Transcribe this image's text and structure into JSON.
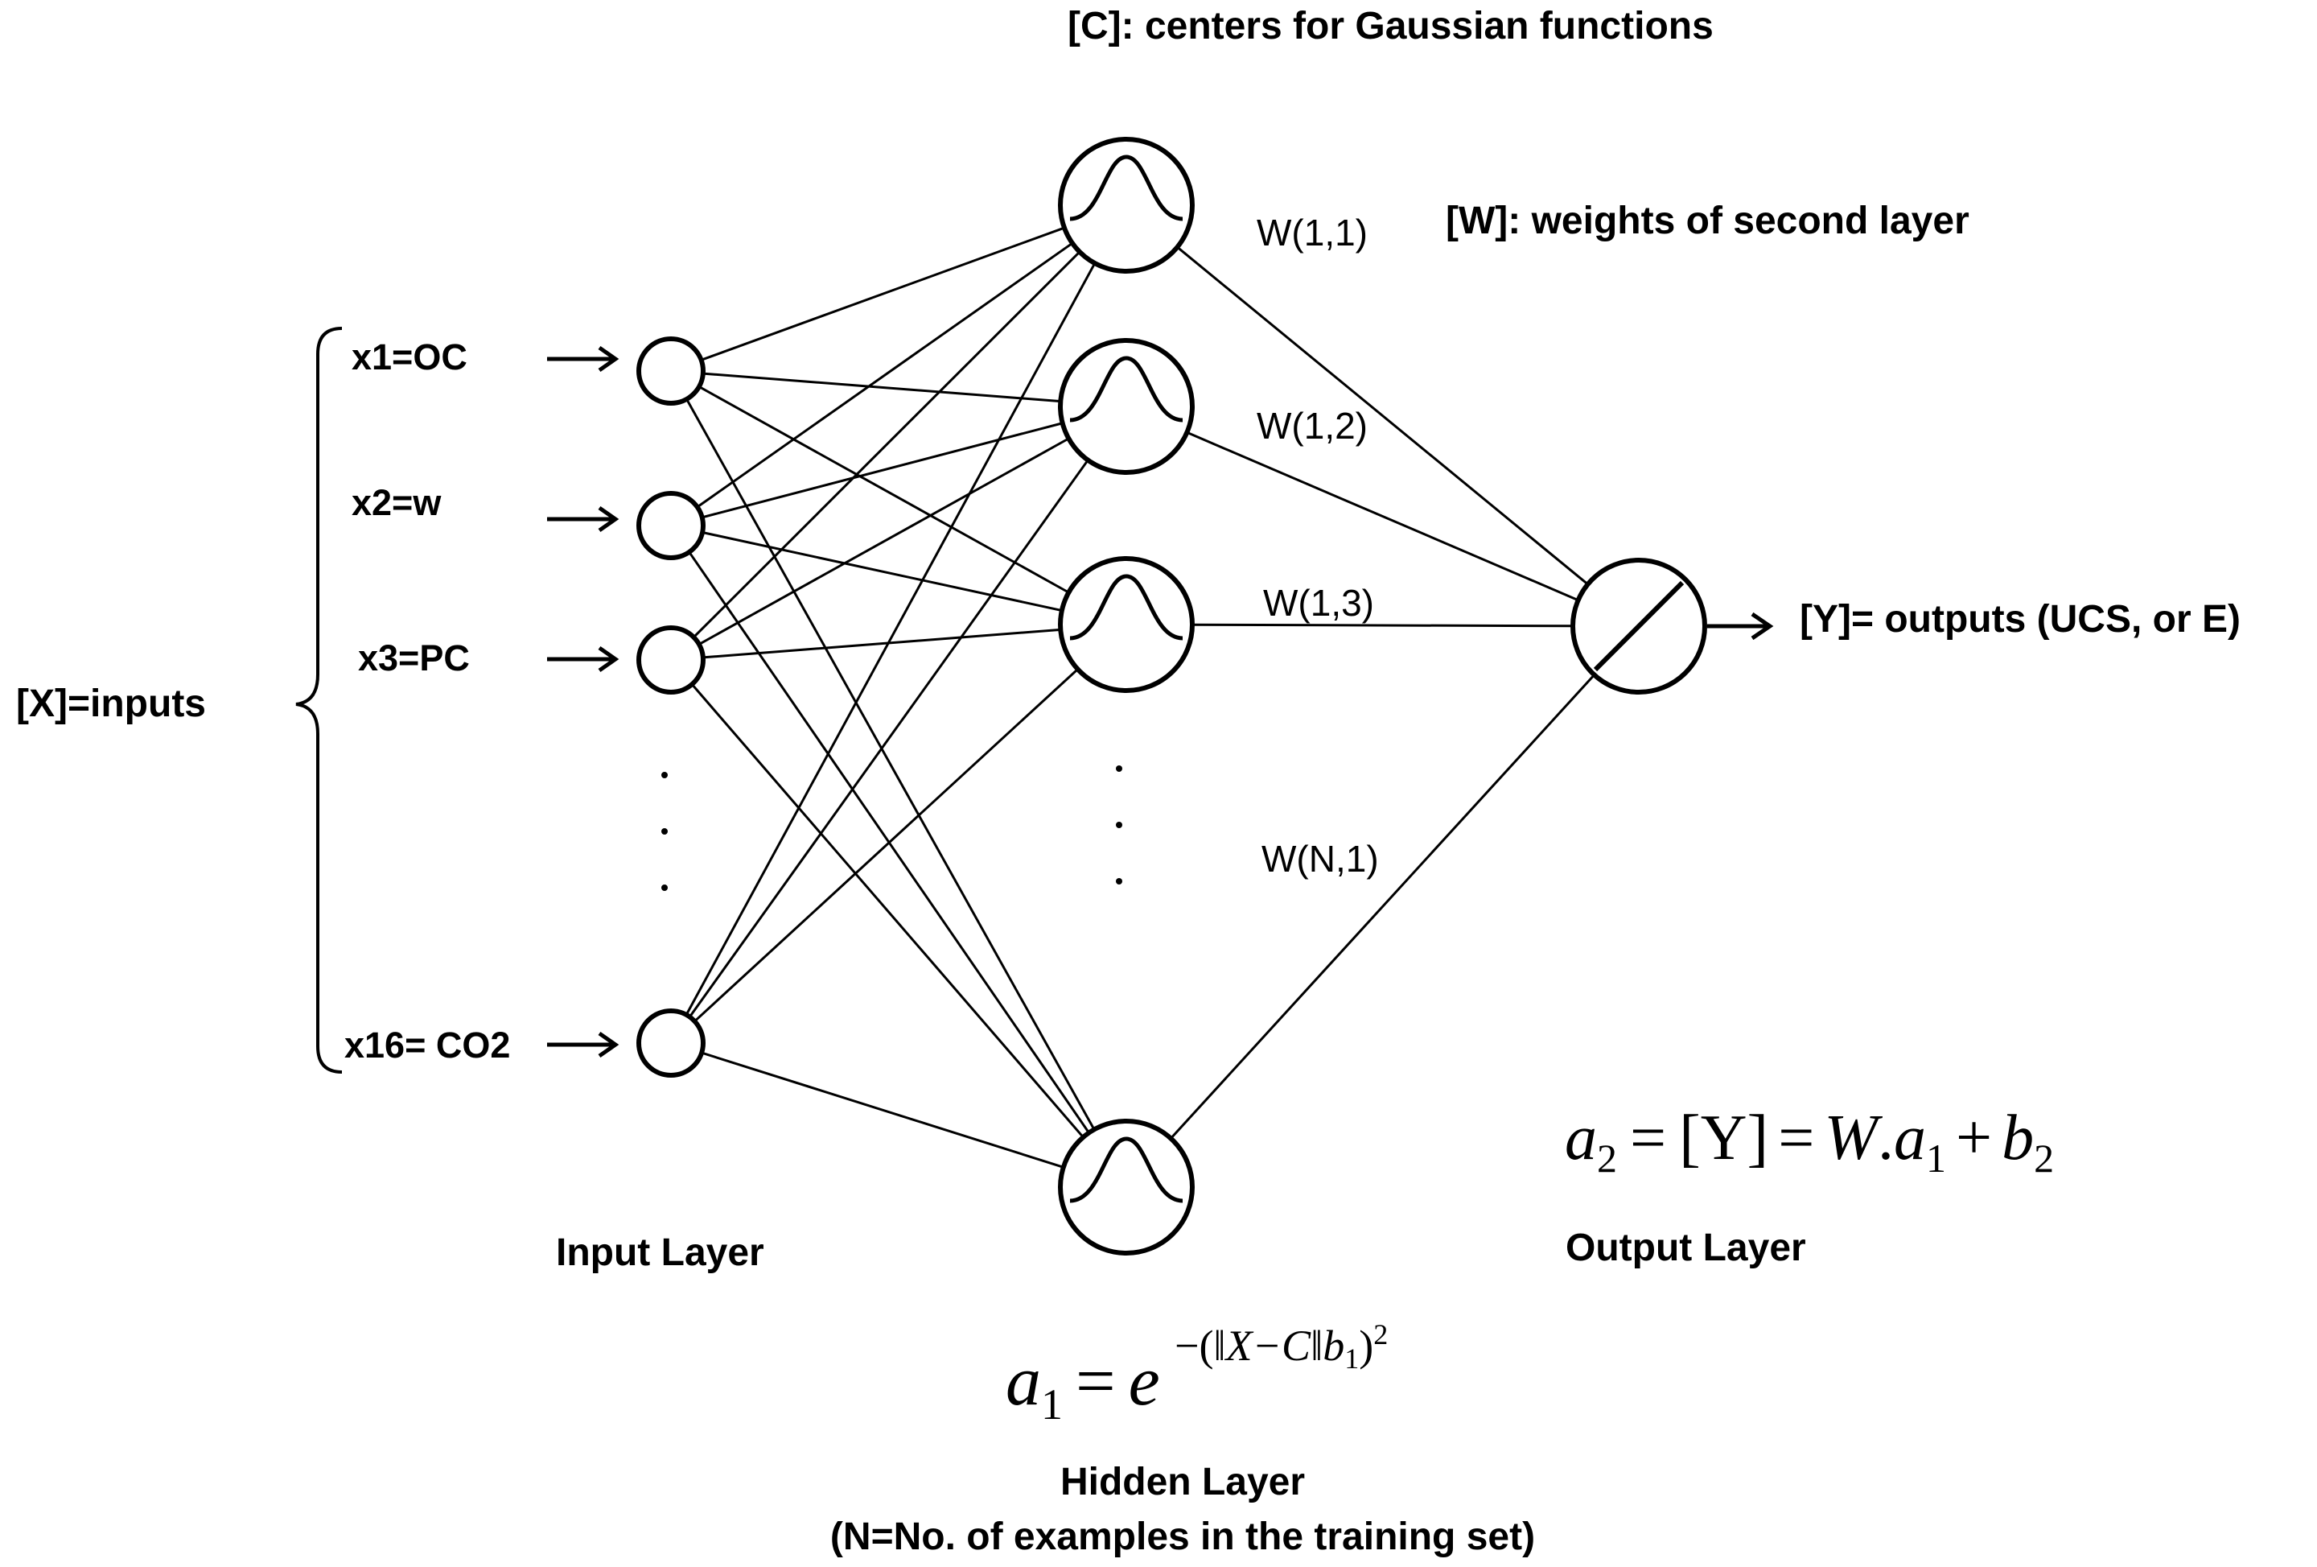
{
  "top_labels": {
    "centers": "[C]: centers for Gaussian functions",
    "weights": "[W]: weights of second layer"
  },
  "inputs": {
    "group_label": "[X]=inputs",
    "items": [
      {
        "label": "x1=OC"
      },
      {
        "label": "x2=w"
      },
      {
        "label": "x3=PC"
      },
      {
        "label": "x16= CO2"
      }
    ]
  },
  "weights": [
    "W(1,1)",
    "W(1,2)",
    "W(1,3)",
    "W(N,1)"
  ],
  "output": {
    "label": "[Y]= outputs (UCS, or E)"
  },
  "layers": {
    "input": "Input Layer",
    "hidden": "Hidden Layer",
    "hidden_note": "(N=No. of examples in the training set)",
    "output": "Output Layer"
  },
  "equations": {
    "a1": {
      "lhs": "a",
      "lhs_sub": "1",
      "eq": "=",
      "base": "e",
      "exp_prefix": "−(‖",
      "exp_var": "X−C",
      "exp_mid": "‖",
      "exp_b": "b",
      "exp_b_sub": "1",
      "exp_close": ")",
      "exp_pow": "2"
    },
    "a2": {
      "lhs": "a",
      "lhs_sub": "2",
      "eq1": "=",
      "bracket": "[Y]",
      "eq2": "=",
      "w": "W",
      "dot": ".",
      "a": "a",
      "a_sub": "1",
      "plus": "+",
      "b": "b",
      "b_sub": "2"
    }
  }
}
